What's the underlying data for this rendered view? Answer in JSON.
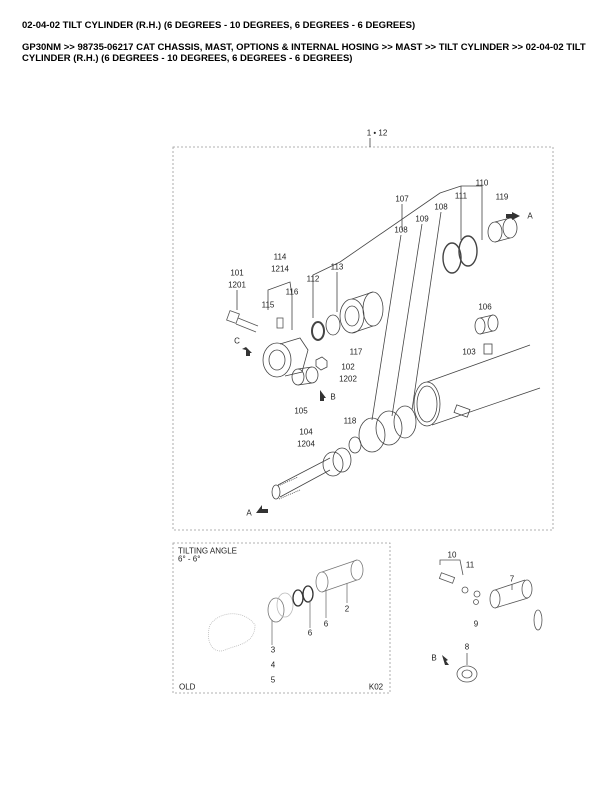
{
  "title": "02-04-02 TILT CYLINDER (R.H.) (6 DEGREES - 10 DEGREES, 6 DEGREES - 6 DEGREES)",
  "breadcrumb": "GP30NM >> 98735-06217 CAT CHASSIS, MAST, OPTIONS & INTERNAL HOSING >> MAST >> TILT CYLINDER >> 02-04-02 TILT CYLINDER (R.H.) (6 DEGREES - 10 DEGREES, 6 DEGREES - 6 DEGREES)",
  "diagram": {
    "main_labels": {
      "assembly": "1 • 12",
      "p107": "107",
      "p110": "110",
      "p111": "111",
      "p108a": "108",
      "p109": "109",
      "p108b": "108",
      "p119": "119",
      "arrowA1": "A",
      "p114": "114",
      "p1214": "1214",
      "p101": "101",
      "p1201": "1201",
      "p112": "112",
      "p113": "113",
      "p116": "116",
      "p115": "115",
      "p106": "106",
      "arrowC": "C",
      "p117": "117",
      "p103": "103",
      "p102": "102",
      "p1202": "1202",
      "arrowB1": "B",
      "p105": "105",
      "p118": "118",
      "p104": "104",
      "p1204": "1204",
      "arrowA2": "A"
    },
    "old_box": {
      "heading": "TILTING ANGLE",
      "angle": "6° - 6°",
      "p2": "2",
      "p6a": "6",
      "p6b": "6",
      "p3": "3",
      "p4": "4",
      "p5": "5",
      "old": "OLD",
      "code": "K02"
    },
    "right_labels": {
      "p10": "10",
      "p11": "11",
      "p7": "7",
      "p9": "9",
      "p8": "8",
      "arrowB2": "B"
    }
  }
}
